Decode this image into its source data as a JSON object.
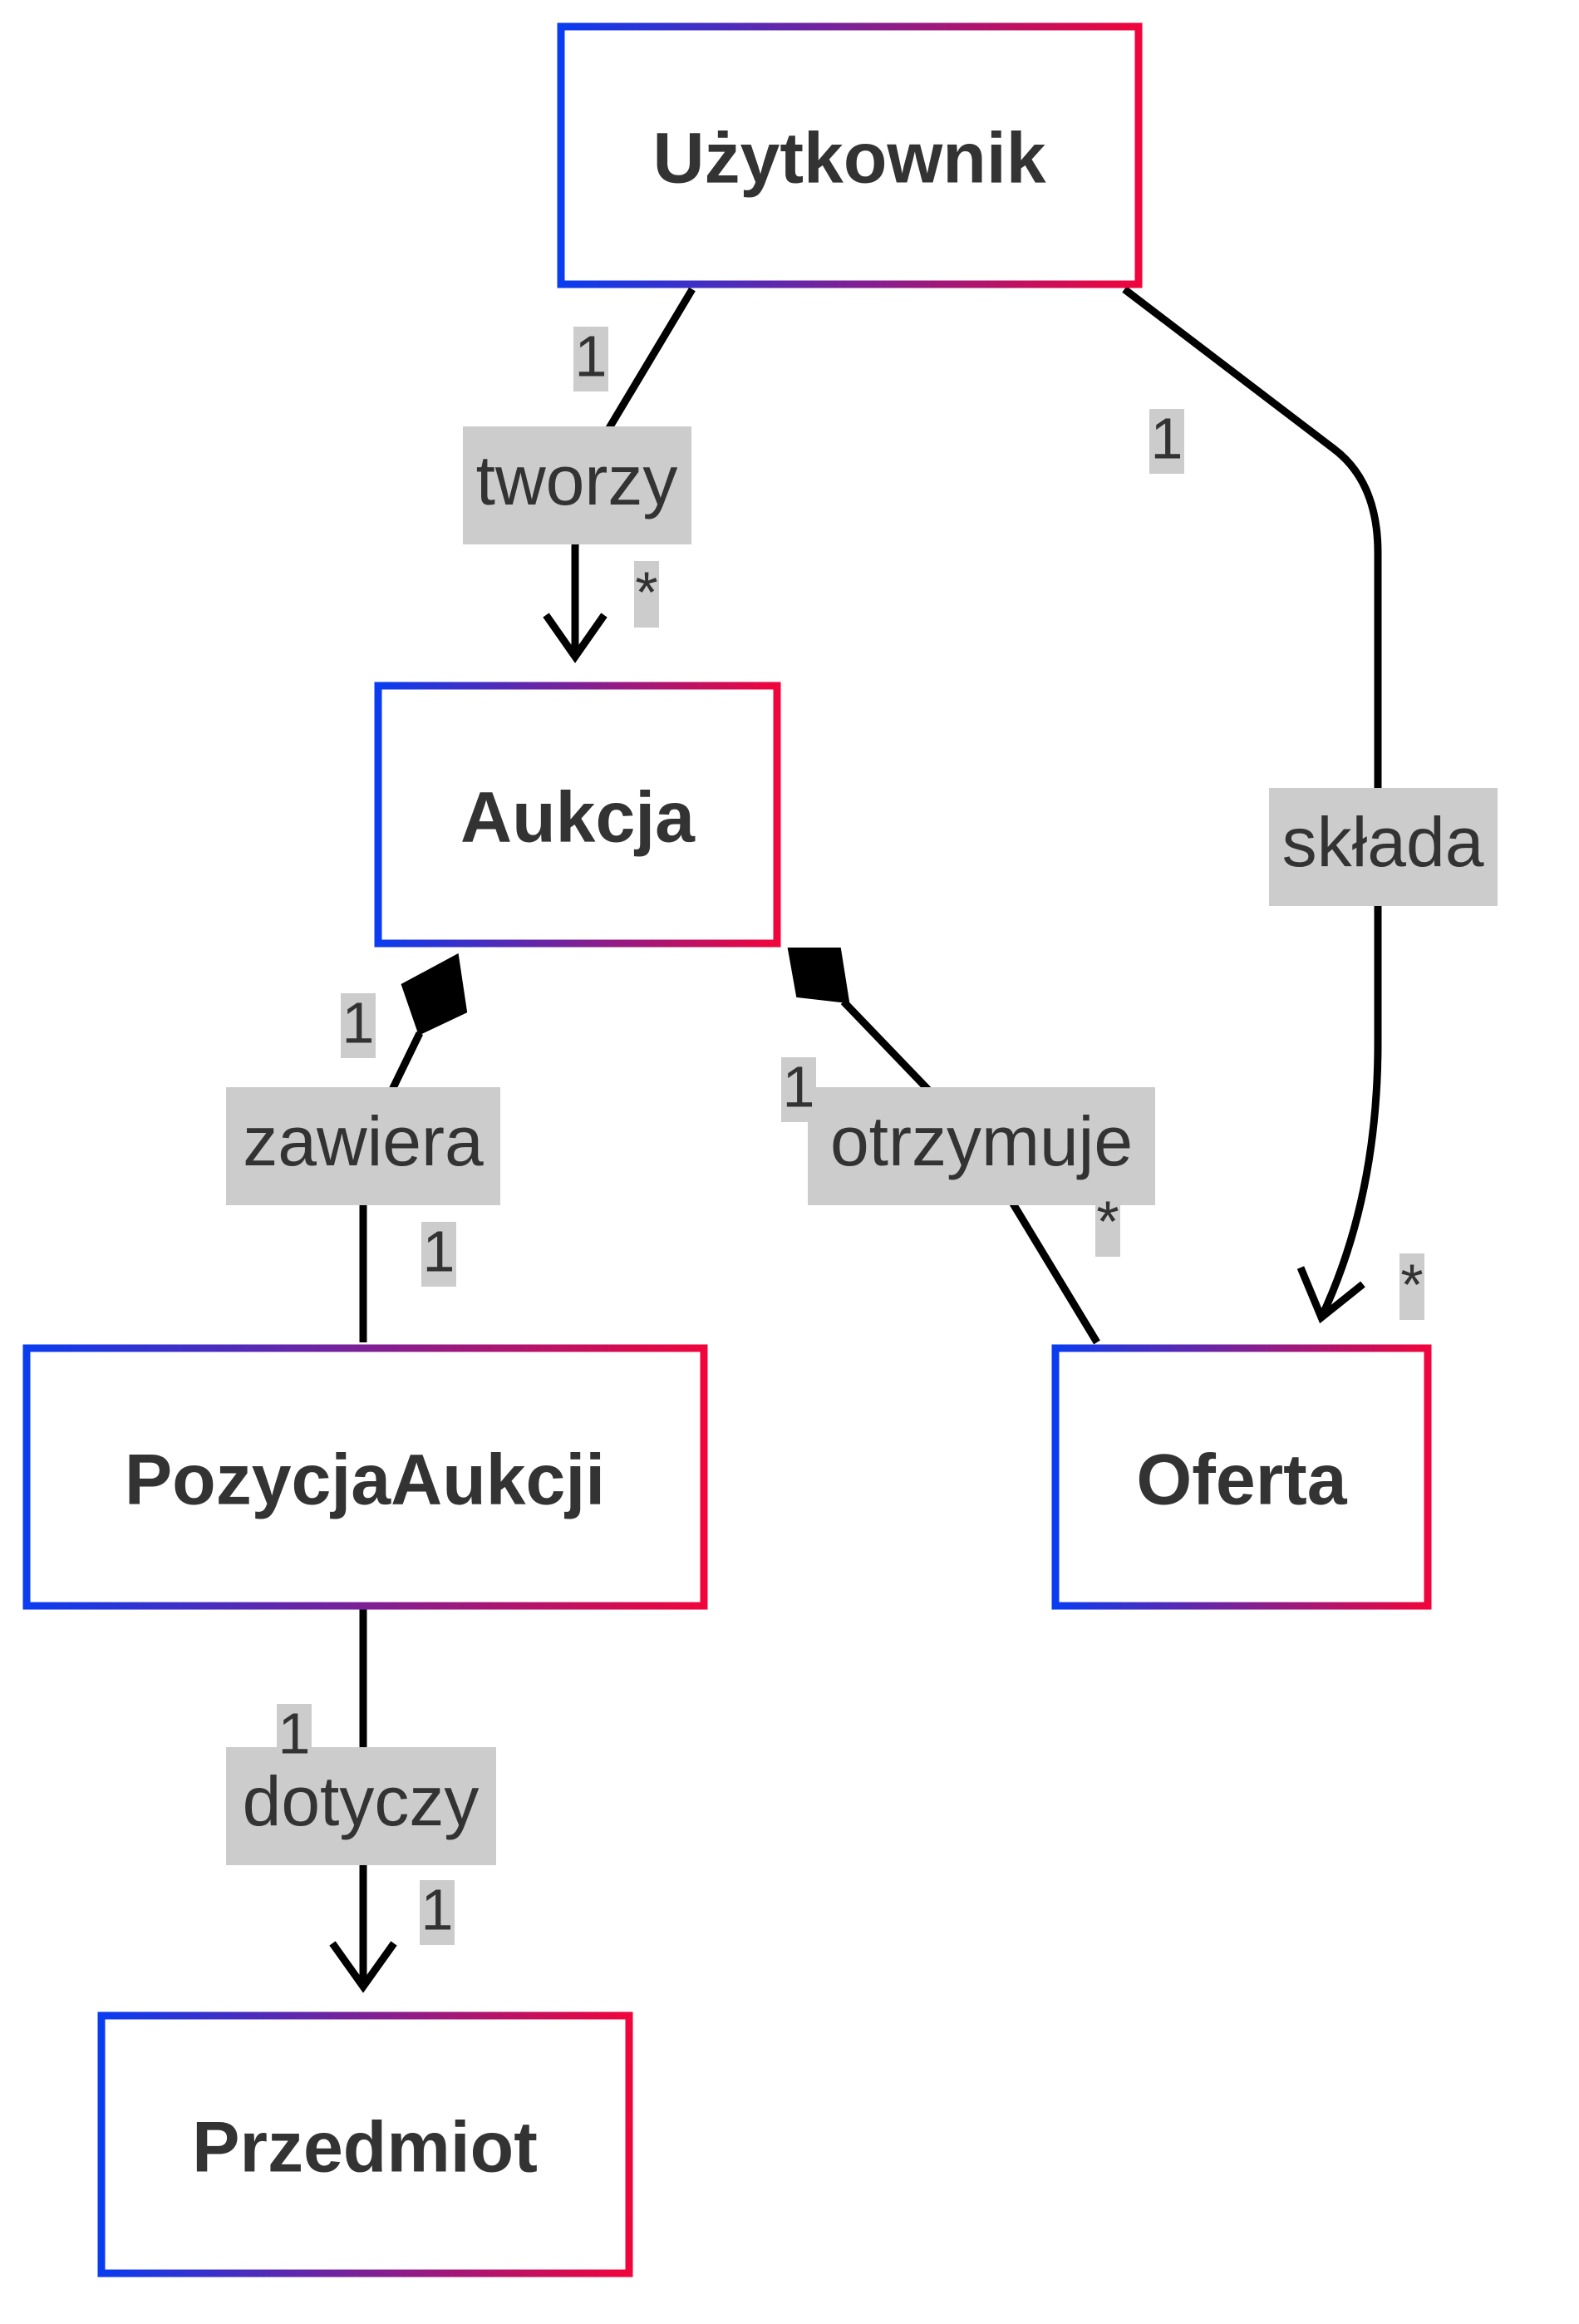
{
  "nodes": {
    "uzytkownik": "Użytkownik",
    "aukcja": "Aukcja",
    "pozycja": "PozycjaAukcji",
    "oferta": "Oferta",
    "przedmiot": "Przedmiot"
  },
  "edges": {
    "tworzy": {
      "label": "tworzy",
      "src_mult": "1",
      "dst_mult": "*"
    },
    "sklada": {
      "label": "składa",
      "src_mult": "1",
      "dst_mult": "*"
    },
    "zawiera": {
      "label": "zawiera",
      "src_mult": "1",
      "dst_mult": "1"
    },
    "otrzymuje": {
      "label": "otrzymuje",
      "src_mult": "1",
      "dst_mult": "*"
    },
    "dotyczy": {
      "label": "dotyczy",
      "src_mult": "1",
      "dst_mult": "1"
    }
  },
  "colors": {
    "border_start": "#0a3cf0",
    "border_end": "#f0053c",
    "edge": "#000000",
    "label_bg": "#cccccc",
    "text": "#333333"
  }
}
